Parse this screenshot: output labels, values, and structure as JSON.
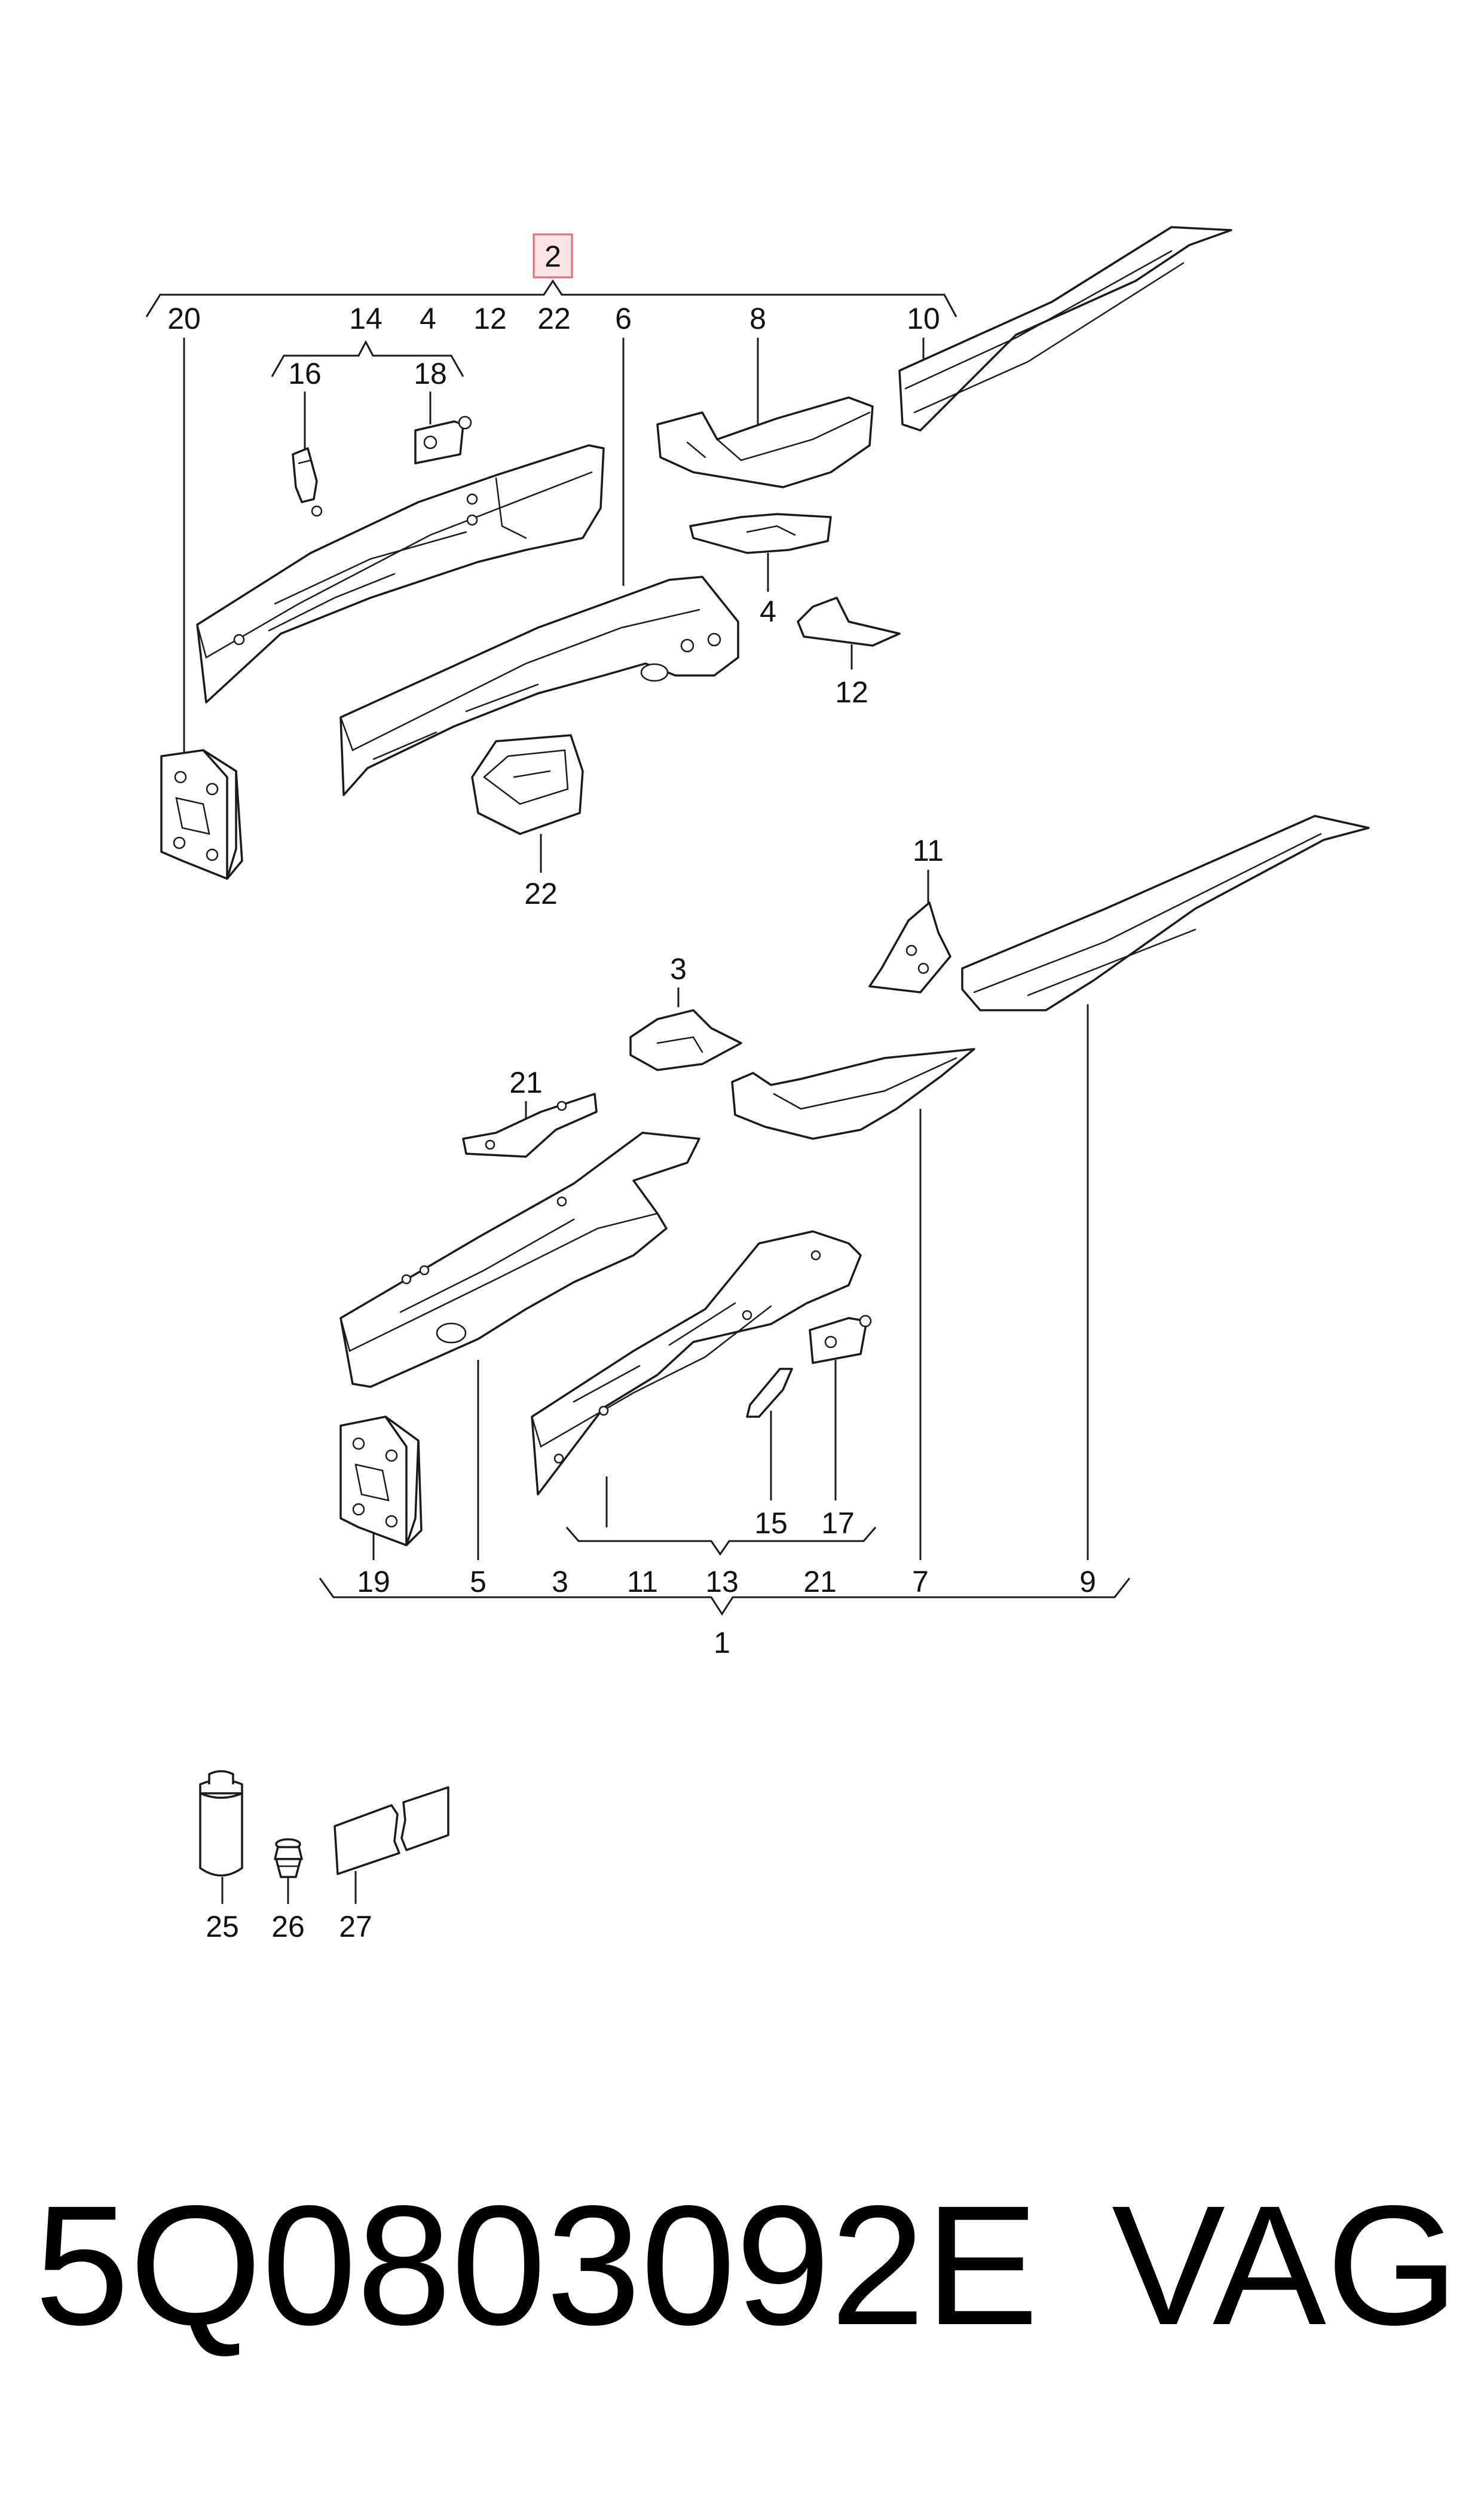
{
  "diagram": {
    "labels": [
      {
        "id": "lbl-2",
        "text": "2"
      },
      {
        "id": "lbl-20",
        "text": "20"
      },
      {
        "id": "lbl-14",
        "text": "14"
      },
      {
        "id": "lbl-4a",
        "text": "4"
      },
      {
        "id": "lbl-12a",
        "text": "12"
      },
      {
        "id": "lbl-22a",
        "text": "22"
      },
      {
        "id": "lbl-6",
        "text": "6"
      },
      {
        "id": "lbl-8",
        "text": "8"
      },
      {
        "id": "lbl-10",
        "text": "10"
      },
      {
        "id": "lbl-16",
        "text": "16"
      },
      {
        "id": "lbl-18",
        "text": "18"
      },
      {
        "id": "lbl-4b",
        "text": "4"
      },
      {
        "id": "lbl-12b",
        "text": "12"
      },
      {
        "id": "lbl-22b",
        "text": "22"
      },
      {
        "id": "lbl-11a",
        "text": "11"
      },
      {
        "id": "lbl-3a",
        "text": "3"
      },
      {
        "id": "lbl-21a",
        "text": "21"
      },
      {
        "id": "lbl-15",
        "text": "15"
      },
      {
        "id": "lbl-17",
        "text": "17"
      },
      {
        "id": "lbl-19",
        "text": "19"
      },
      {
        "id": "lbl-5",
        "text": "5"
      },
      {
        "id": "lbl-3b",
        "text": "3"
      },
      {
        "id": "lbl-11b",
        "text": "11"
      },
      {
        "id": "lbl-13",
        "text": "13"
      },
      {
        "id": "lbl-21b",
        "text": "21"
      },
      {
        "id": "lbl-7",
        "text": "7"
      },
      {
        "id": "lbl-9",
        "text": "9"
      },
      {
        "id": "lbl-1",
        "text": "1"
      },
      {
        "id": "lbl-25",
        "text": "25"
      },
      {
        "id": "lbl-26",
        "text": "26"
      },
      {
        "id": "lbl-27",
        "text": "27"
      }
    ],
    "highlight_color": "#e06a78"
  },
  "footer": {
    "part_number": "5Q0803092E",
    "brand": "VAG"
  }
}
